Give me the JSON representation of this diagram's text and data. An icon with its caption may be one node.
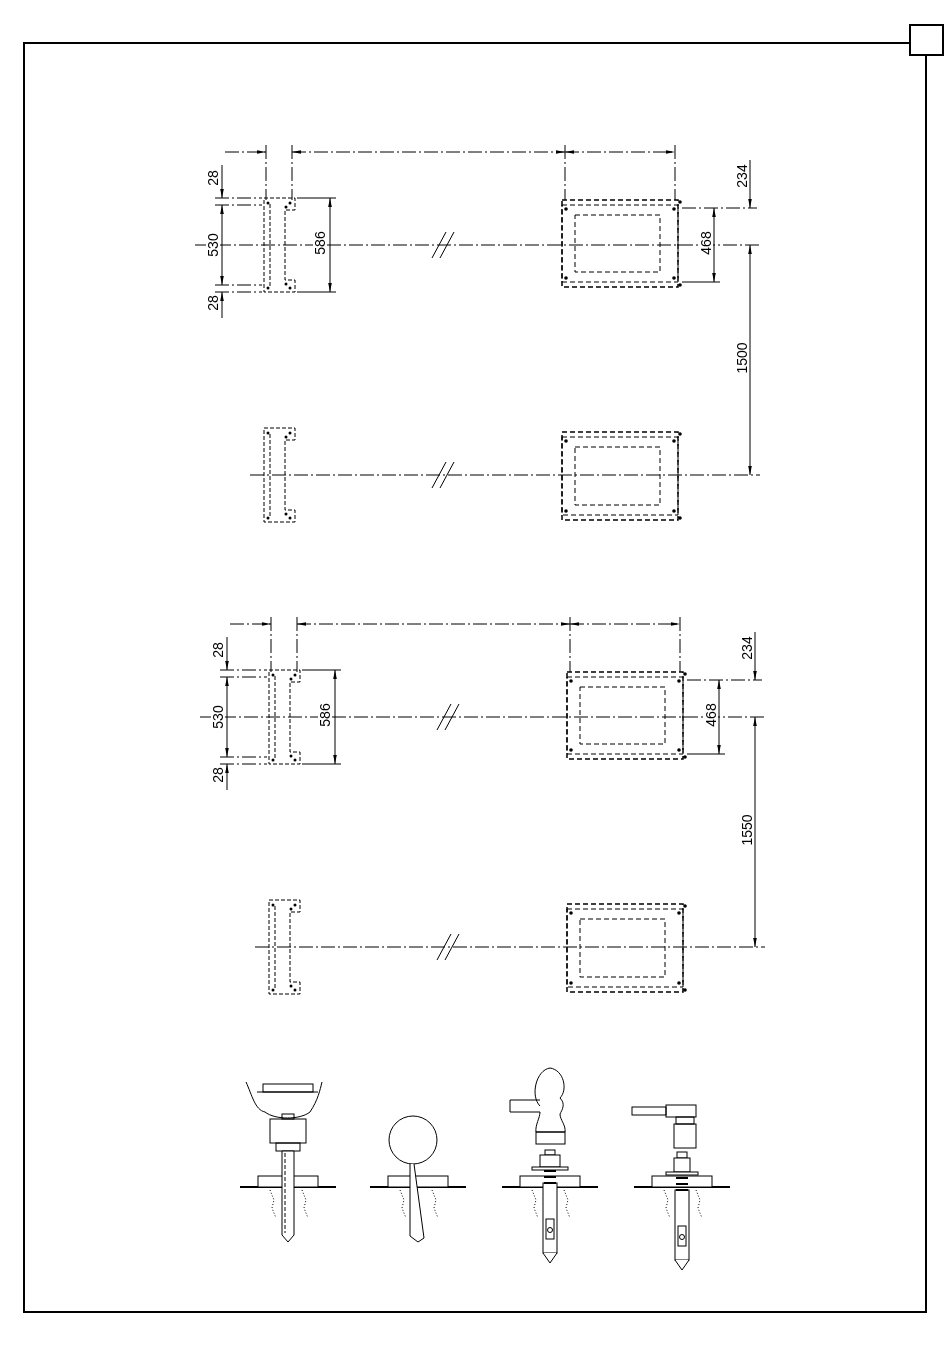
{
  "diagram": {
    "labels": [
      "28",
      "530",
      "28",
      "586",
      "234",
      "468",
      "1500",
      "28",
      "530",
      "28",
      "586",
      "234",
      "468",
      "1550"
    ]
  }
}
